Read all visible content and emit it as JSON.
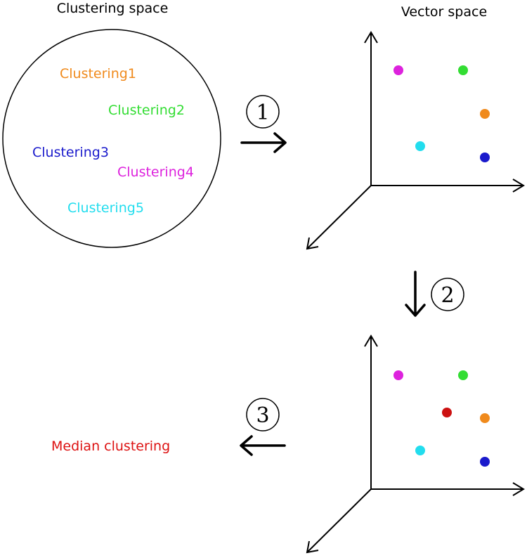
{
  "titles": {
    "clustering_space": "Clustering space",
    "vector_space": "Vector space"
  },
  "clusterings": [
    {
      "label": "Clustering1",
      "color": "#f08a1c"
    },
    {
      "label": "Clustering2",
      "color": "#33dd33"
    },
    {
      "label": "Clustering3",
      "color": "#1a1acc"
    },
    {
      "label": "Clustering4",
      "color": "#dd22dd"
    },
    {
      "label": "Clustering5",
      "color": "#22ddee"
    }
  ],
  "steps": [
    "1",
    "2",
    "3"
  ],
  "median": {
    "label": "Median clustering",
    "color": "#dd1111",
    "point_color": "#cc1111"
  }
}
